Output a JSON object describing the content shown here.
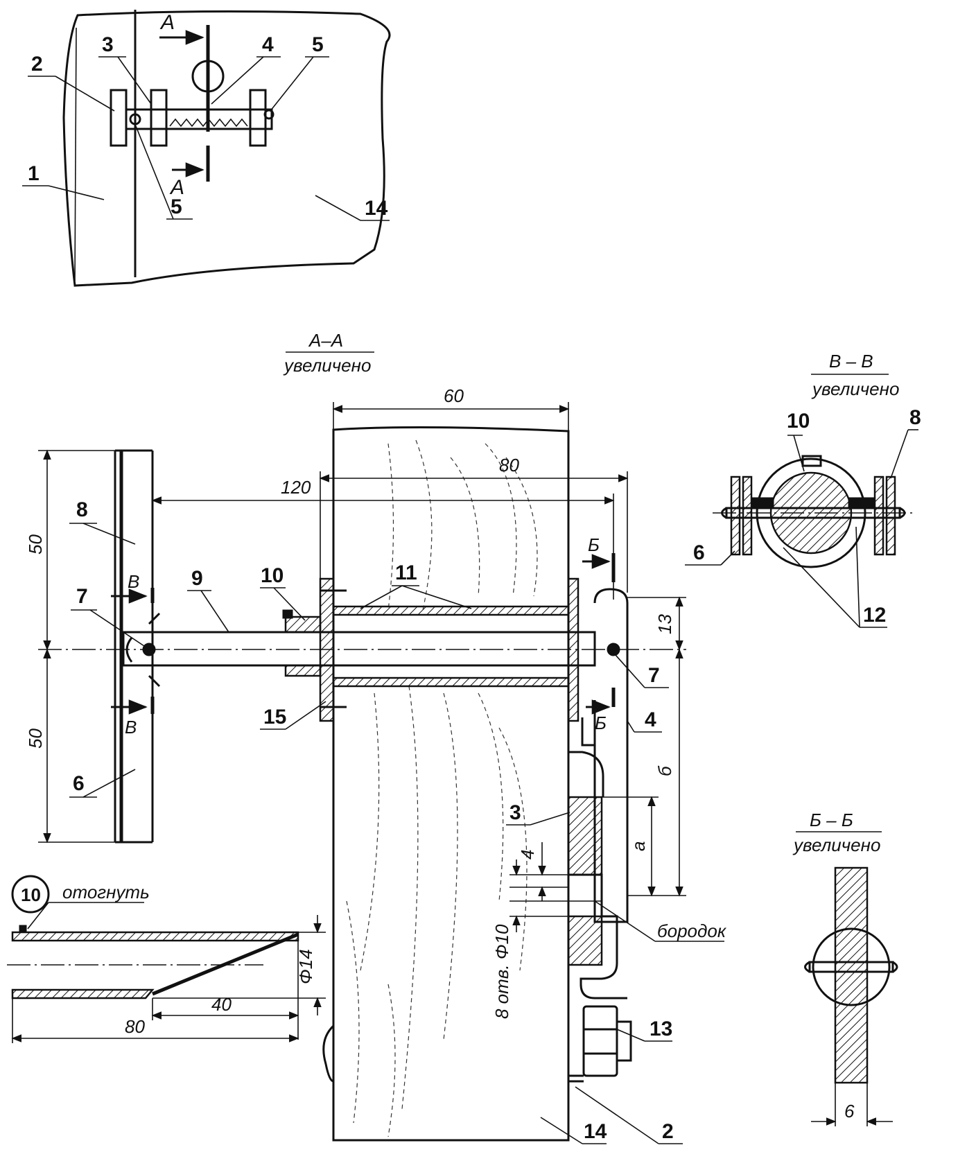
{
  "top_view": {
    "labels": [
      "1",
      "2",
      "3",
      "4",
      "5",
      "5",
      "14"
    ],
    "section_mark": "А"
  },
  "section_aa": {
    "title": "А–А",
    "subtitle": "увеличено",
    "labels": [
      "3",
      "4",
      "6",
      "7",
      "7",
      "8",
      "9",
      "10",
      "11",
      "13",
      "14",
      "15",
      "2"
    ],
    "dims": {
      "width_60": "60",
      "len_80": "80",
      "len_120": "120",
      "h_50_top": "50",
      "h_50_bottom": "50",
      "d_13": "13",
      "d_b": "б",
      "d_a": "а",
      "d_4": "4",
      "holes": "8 отв. Φ10"
    },
    "marks": {
      "v": "В",
      "b": "Б"
    },
    "notes": {
      "borodok": "бородок"
    }
  },
  "section_vv": {
    "title": "В – В",
    "subtitle": "увеличено",
    "labels": [
      "6",
      "8",
      "10",
      "12"
    ]
  },
  "section_bb": {
    "title": "Б – Б",
    "subtitle": "увеличено",
    "dim": "6"
  },
  "detail_10": {
    "callout": "10",
    "note": "отогнуть",
    "dims": {
      "len_80": "80",
      "len_40": "40",
      "dia": "Φ14"
    }
  }
}
